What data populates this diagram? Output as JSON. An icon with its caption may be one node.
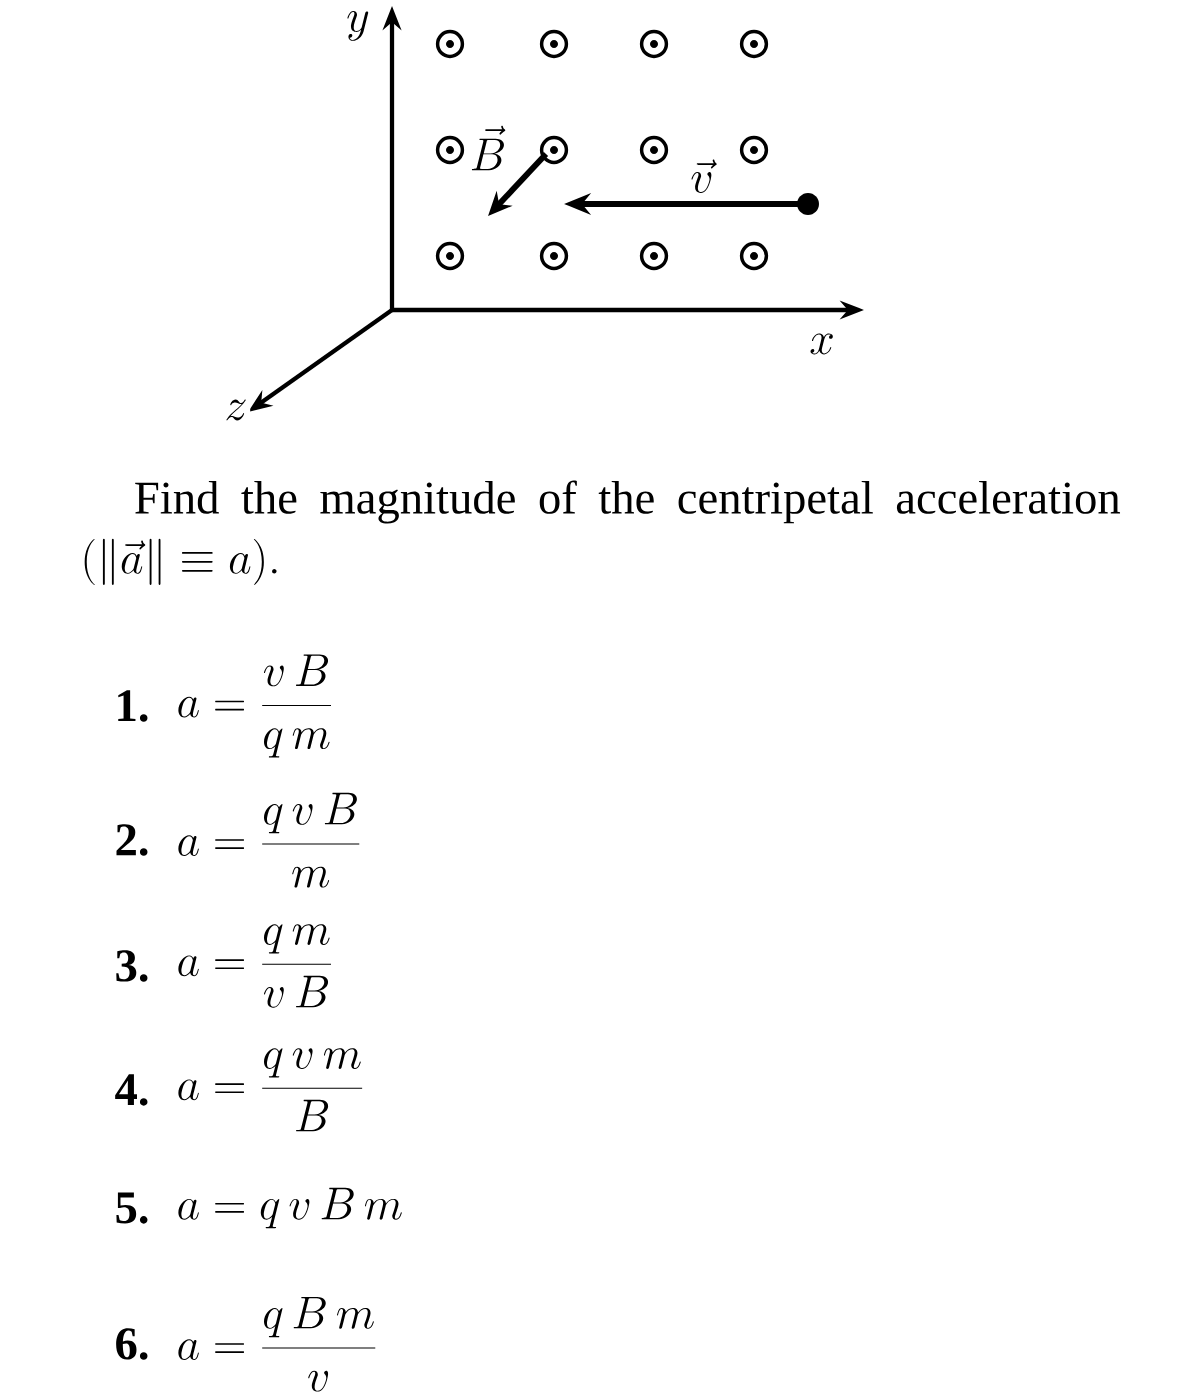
{
  "diagram": {
    "labels": [
      "y",
      "\\vec{B}",
      "\\vec{v}",
      "x",
      "z",
      "Find the magnitude of the centripetal acceleration",
      "(\\|\\vec{a}\\| \\equiv a).",
      "1.",
      "a = \\frac{v\\,B}{q\\,m}",
      "2.",
      "a = \\frac{q\\,v\\,B}{m}",
      "3.",
      "a = \\frac{q\\,m}{v\\,B}",
      "4.",
      "a = \\frac{q\\,v\\,m}{B}",
      "5.",
      "a = q\\,v\\,B\\,m",
      "6.",
      "a = \\frac{q\\,B\\,m}{v}"
    ]
  }
}
